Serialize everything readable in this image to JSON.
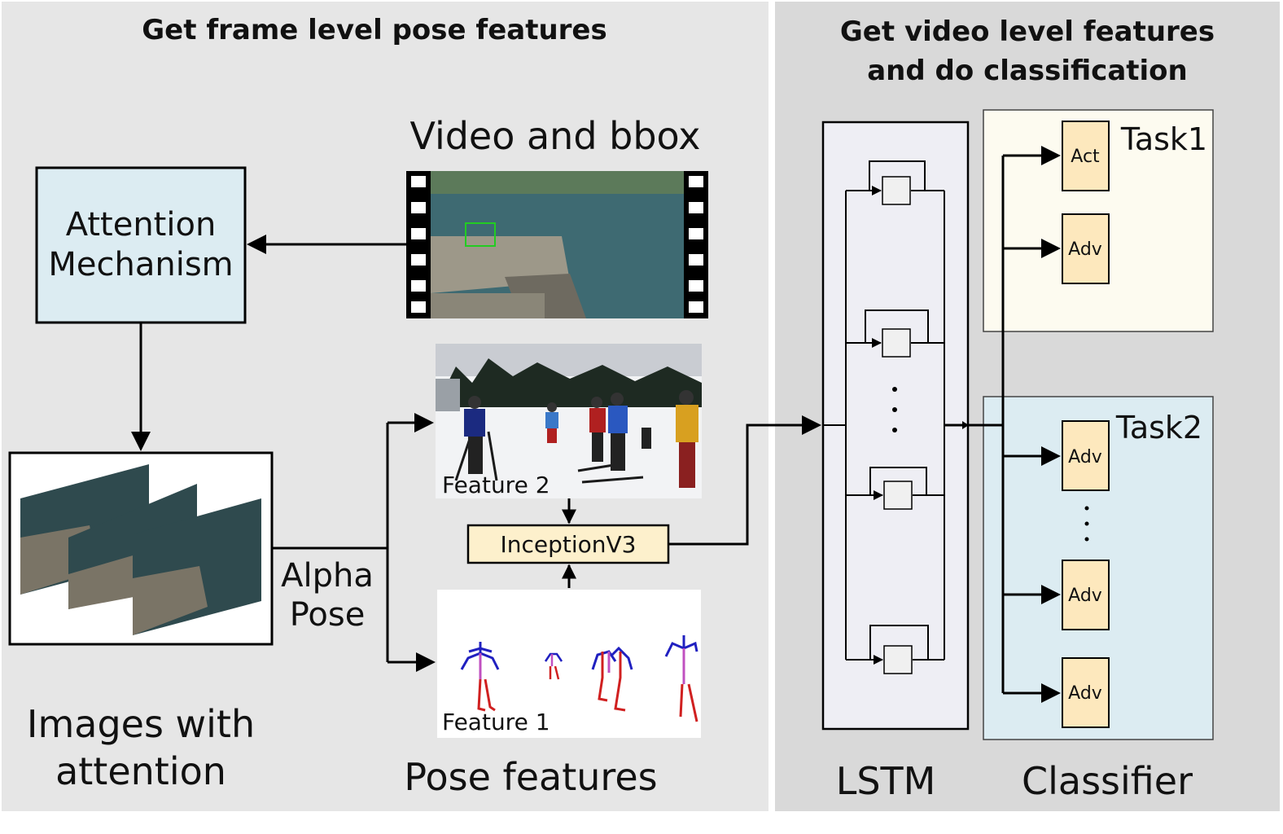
{
  "left_panel": {
    "title": "Get frame level pose features",
    "video_label": "Video and bbox",
    "attention_box": {
      "line1": "Attention",
      "line2": "Mechanism"
    },
    "images_label": {
      "line1": "Images with",
      "line2": "attention"
    },
    "alpha_pose": {
      "line1": "Alpha",
      "line2": "Pose"
    },
    "feature2_label": "Feature 2",
    "feature1_label": "Feature 1",
    "inception_label": "InceptionV3",
    "pose_features_label": "Pose features"
  },
  "right_panel": {
    "title": {
      "line1": "Get video level features",
      "line2": "and do classification"
    },
    "lstm_label": "LSTM",
    "classifier_label": "Classifier",
    "task1": {
      "label": "Task1",
      "heads": [
        "Act",
        "Adv"
      ]
    },
    "task2": {
      "label": "Task2",
      "heads": [
        "Adv",
        "Adv",
        "Adv"
      ]
    }
  },
  "colors": {
    "left_bg": "#e6e6e6",
    "right_bg": "#d9d9d9",
    "attention_fill": "#dcecf2",
    "inception_fill": "#fdf0cc",
    "task1_fill": "#fdfbf0",
    "task2_fill": "#dcecf2",
    "lstm_fill": "#eeeef4",
    "head_fill": "#fde8bd"
  }
}
